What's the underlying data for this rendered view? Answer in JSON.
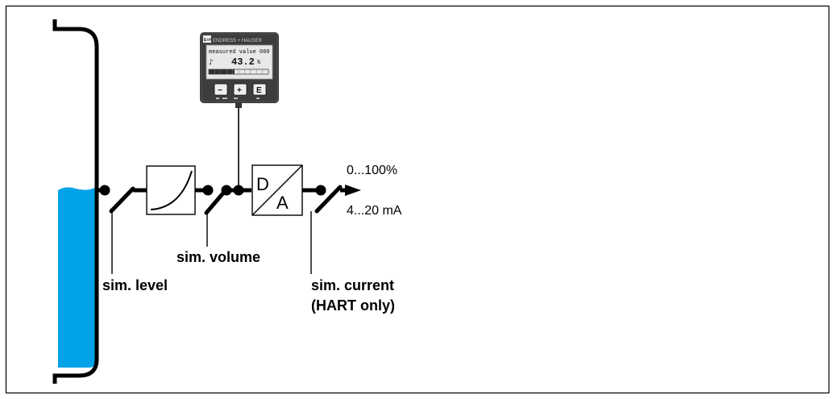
{
  "colors": {
    "liquid": "#00a2e8",
    "line": "#000000",
    "device_body": "#3d3d3d",
    "lcd_screen": "#e8e8e8"
  },
  "device": {
    "logo": "E+H",
    "brand": "ENDRESS + HAUSER",
    "display_label": "measured value",
    "display_code": "000",
    "display_value": "43.2",
    "display_unit": "%",
    "buttons": [
      "−",
      "+",
      "E"
    ]
  },
  "converter": {
    "top_letter": "D",
    "bottom_letter": "A"
  },
  "labels": {
    "output_percent": "0...100%",
    "output_current": "4...20 mA",
    "sim_level": "sim. level",
    "sim_volume": "sim. volume",
    "sim_current": "sim. current",
    "hart_only": "(HART only)"
  }
}
